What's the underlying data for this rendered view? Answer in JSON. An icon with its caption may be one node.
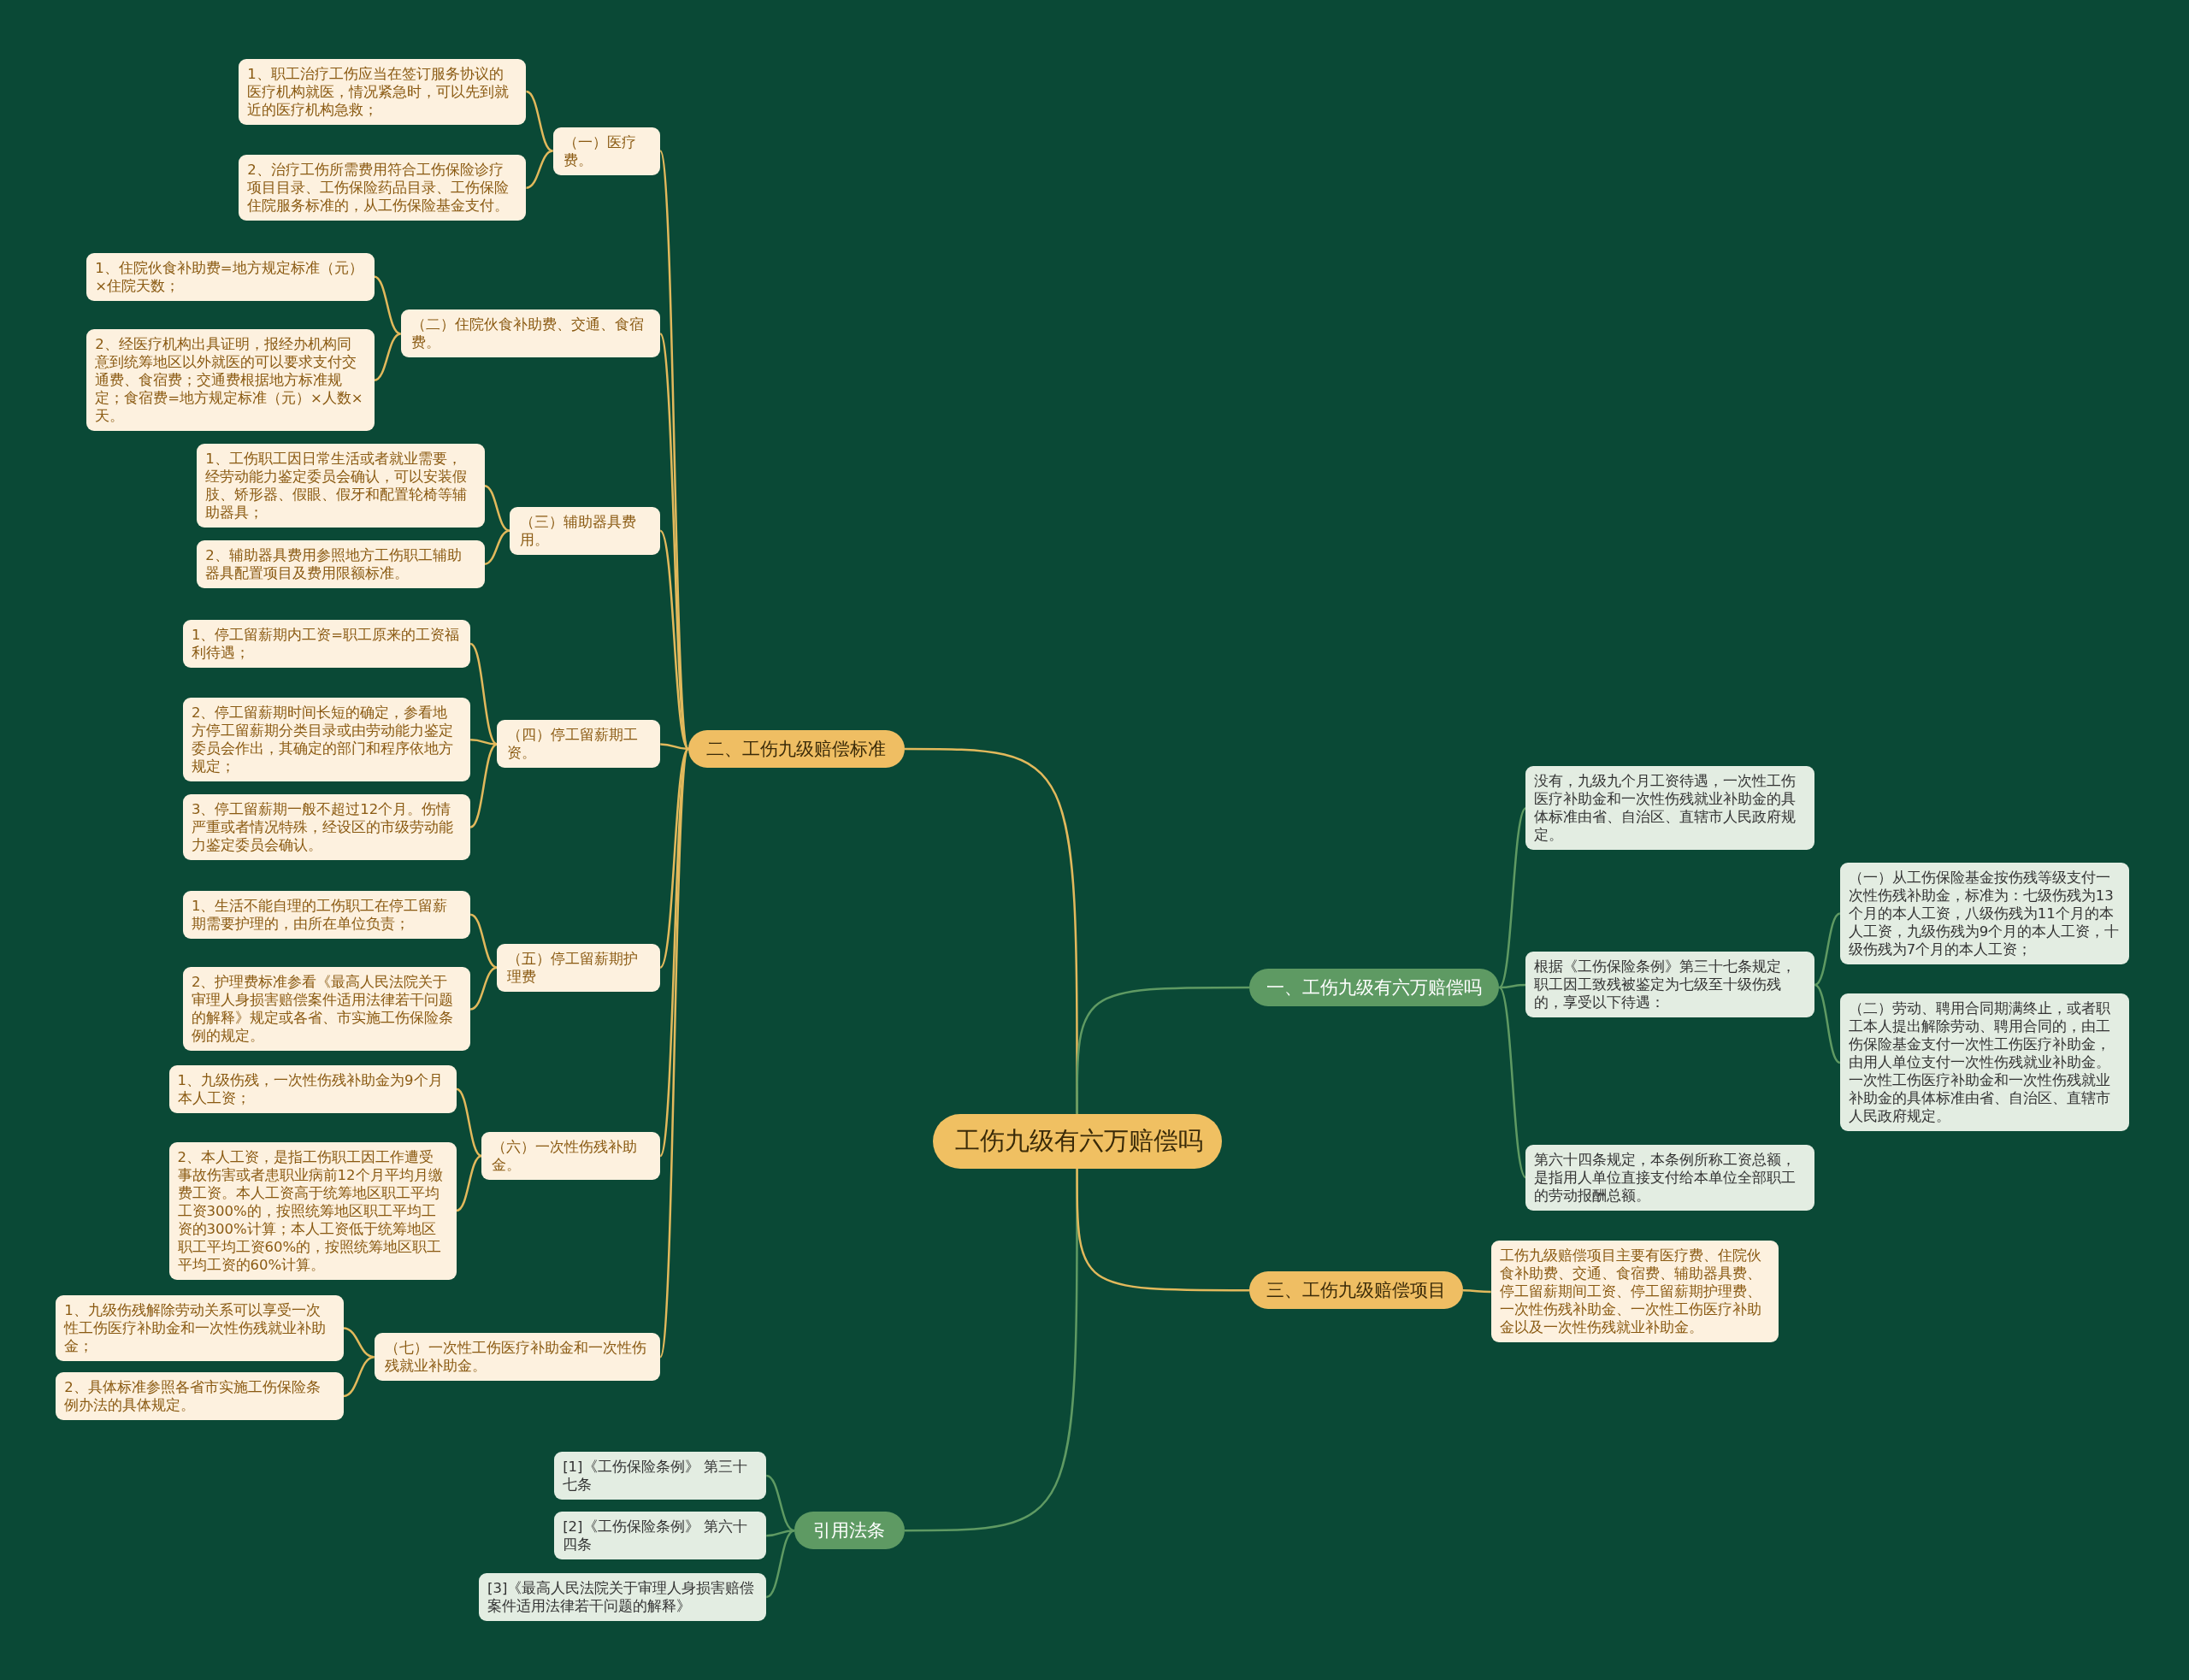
{
  "diagram": {
    "nodes": [
      {
        "text": [
          "工伤九级有六万赔偿吗"
        ]
      },
      {
        "text": [
          "二、工伤九级赔偿标准"
        ]
      },
      {
        "text": [
          "（一）医疗费。"
        ]
      },
      {
        "text": [
          "1、职工治疗工伤应当在签订服务协议的医疗机构就医，情况紧急时，可以先到就近的医疗机构急救；"
        ]
      },
      {
        "text": [
          "2、治疗工伤所需费用符合工伤保险诊疗项目目录、工伤保险药品目录、工伤保险住院服务标准的，从工伤保险基金支付。"
        ]
      },
      {
        "text": [
          "（二）住院伙食补助费、交通、食宿费。"
        ]
      },
      {
        "text": [
          "1、住院伙食补助费=地方规定标准（元）×住院天数；"
        ]
      },
      {
        "text": [
          "2、经医疗机构出具证明，报经办机构同意到统筹地区以外就医的可以要求支付交通费、食宿费；交通费根据地方标准规定；食宿费=地方规定标准（元）×人数×天。"
        ]
      },
      {
        "text": [
          "（三）辅助器具费用。"
        ]
      },
      {
        "text": [
          "1、工伤职工因日常生活或者就业需要，经劳动能力鉴定委员会确认，可以安装假肢、矫形器、假眼、假牙和配置轮椅等辅助器具；"
        ]
      },
      {
        "text": [
          "2、辅助器具费用参照地方工伤职工辅助器具配置项目及费用限额标准。"
        ]
      },
      {
        "text": [
          "（四）停工留薪期工资。"
        ]
      },
      {
        "text": [
          "1、停工留薪期内工资=职工原来的工资福利待遇；"
        ]
      },
      {
        "text": [
          "2、停工留薪期时间长短的确定，参看地方停工留薪期分类目录或由劳动能力鉴定委员会作出，其确定的部门和程序依地方规定；"
        ]
      },
      {
        "text": [
          "3、停工留薪期一般不超过12个月。伤情严重或者情况特殊，经设区的市级劳动能力鉴定委员会确认。"
        ]
      },
      {
        "text": [
          "（五）停工留薪期护理费"
        ]
      },
      {
        "text": [
          "1、生活不能自理的工伤职工在停工留薪期需要护理的，由所在单位负责；"
        ]
      },
      {
        "text": [
          "2、护理费标准参看《最高人民法院关于审理人身损害赔偿案件适用法律若干问题的解释》规定或各省、市实施工伤保险条例的规定。"
        ]
      },
      {
        "text": [
          "（六）一次性伤残补助金。"
        ]
      },
      {
        "text": [
          "1、九级伤残，一次性伤残补助金为9个月本人工资；"
        ]
      },
      {
        "text": [
          "2、本人工资，是指工伤职工因工作遭受事故伤害或者患职业病前12个月平均月缴费工资。本人工资高于统筹地区职工平均工资300%的，按照统筹地区职工平均工资的300%计算；本人工资低于统筹地区职工平均工资60%的，按照统筹地区职工平均工资的60%计算。"
        ]
      },
      {
        "text": [
          "（七）一次性工伤医疗补助金和一次性伤残就业补助金。"
        ]
      },
      {
        "text": [
          "1、九级伤残解除劳动关系可以享受一次性工伤医疗补助金和一次性伤残就业补助金；"
        ]
      },
      {
        "text": [
          "2、具体标准参照各省市实施工伤保险条例办法的具体规定。"
        ]
      },
      {
        "text": [
          "引用法条"
        ]
      },
      {
        "text": [
          "[1]《工伤保险条例》 第三十七条"
        ]
      },
      {
        "text": [
          "[2]《工伤保险条例》 第六十四条"
        ]
      },
      {
        "text": [
          "[3]《最高人民法院关于审理人身损害赔偿案件适用法律若干问题的解释》"
        ]
      },
      {
        "text": [
          "一、工伤九级有六万赔偿吗"
        ]
      },
      {
        "text": [
          "没有，九级九个月工资待遇，一次性工伤医疗补助金和一次性伤残就业补助金的具体标准由省、自治区、直辖市人民政府规定。"
        ]
      },
      {
        "text": [
          "根据《工伤保险条例》第三十七条规定，职工因工致残被鉴定为七级至十级伤残的，享受以下待遇："
        ]
      },
      {
        "text": [
          "（一）从工伤保险基金按伤残等级支付一次性伤残补助金，标准为：七级伤残为13个月的本人工资，八级伤残为11个月的本人工资，九级伤残为9个月的本人工资，十级伤残为7个月的本人工资；"
        ]
      },
      {
        "text": [
          "（二）劳动、聘用合同期满终止，或者职工本人提出解除劳动、聘用合同的，由工伤保险基金支付一次性工伤医疗补助金，由用人单位支付一次性伤残就业补助金。一次性工伤医疗补助金和一次性伤残就业补助金的具体标准由省、自治区、直辖市人民政府规定。"
        ]
      },
      {
        "text": [
          "第六十四条规定，本条例所称工资总额，是指用人单位直接支付给本单位全部职工的劳动报酬总额。"
        ]
      },
      {
        "text": [
          "三、工伤九级赔偿项目"
        ]
      },
      {
        "text": [
          "工伤九级赔偿项目主要有医疗费、住院伙食补助费、交通、食宿费、辅助器具费、停工留薪期间工资、停工留薪期护理费、一次性伤残补助金、一次性工伤医疗补助金以及一次性伤残就业补助金。"
        ]
      }
    ],
    "edges": [
      {
        "from": 0,
        "to": 1,
        "arrow": "none"
      },
      {
        "from": 1,
        "to": 2,
        "arrow": "none"
      },
      {
        "from": 2,
        "to": 3,
        "arrow": "none"
      },
      {
        "from": 2,
        "to": 4,
        "arrow": "none"
      },
      {
        "from": 1,
        "to": 5,
        "arrow": "none"
      },
      {
        "from": 5,
        "to": 6,
        "arrow": "none"
      },
      {
        "from": 5,
        "to": 7,
        "arrow": "none"
      },
      {
        "from": 1,
        "to": 8,
        "arrow": "none"
      },
      {
        "from": 8,
        "to": 9,
        "arrow": "none"
      },
      {
        "from": 8,
        "to": 10,
        "arrow": "none"
      },
      {
        "from": 1,
        "to": 11,
        "arrow": "none"
      },
      {
        "from": 11,
        "to": 12,
        "arrow": "none"
      },
      {
        "from": 11,
        "to": 13,
        "arrow": "none"
      },
      {
        "from": 11,
        "to": 14,
        "arrow": "none"
      },
      {
        "from": 1,
        "to": 15,
        "arrow": "none"
      },
      {
        "from": 15,
        "to": 16,
        "arrow": "none"
      },
      {
        "from": 15,
        "to": 17,
        "arrow": "none"
      },
      {
        "from": 1,
        "to": 18,
        "arrow": "none"
      },
      {
        "from": 18,
        "to": 19,
        "arrow": "none"
      },
      {
        "from": 18,
        "to": 20,
        "arrow": "none"
      },
      {
        "from": 1,
        "to": 21,
        "arrow": "none"
      },
      {
        "from": 21,
        "to": 22,
        "arrow": "none"
      },
      {
        "from": 21,
        "to": 23,
        "arrow": "none"
      },
      {
        "from": 0,
        "to": 24,
        "arrow": "none",
        "color": "#5f9a63"
      },
      {
        "from": 24,
        "to": 25,
        "arrow": "none",
        "color": "#5f9a63"
      },
      {
        "from": 24,
        "to": 26,
        "arrow": "none",
        "color": "#5f9a63"
      },
      {
        "from": 24,
        "to": 27,
        "arrow": "none",
        "color": "#5f9a63"
      },
      {
        "from": 0,
        "to": 28,
        "arrow": "none",
        "color": "#5f9a63"
      },
      {
        "from": 28,
        "to": 29,
        "arrow": "none",
        "color": "#5f9a63"
      },
      {
        "from": 28,
        "to": 30,
        "arrow": "none",
        "color": "#5f9a63"
      },
      {
        "from": 30,
        "to": 31,
        "arrow": "none",
        "color": "#5f9a63"
      },
      {
        "from": 30,
        "to": 32,
        "arrow": "none",
        "color": "#5f9a63"
      },
      {
        "from": 28,
        "to": 33,
        "arrow": "none",
        "color": "#5f9a63"
      },
      {
        "from": 0,
        "to": 34,
        "arrow": "none"
      },
      {
        "from": 34,
        "to": 35,
        "arrow": "none"
      }
    ]
  }
}
